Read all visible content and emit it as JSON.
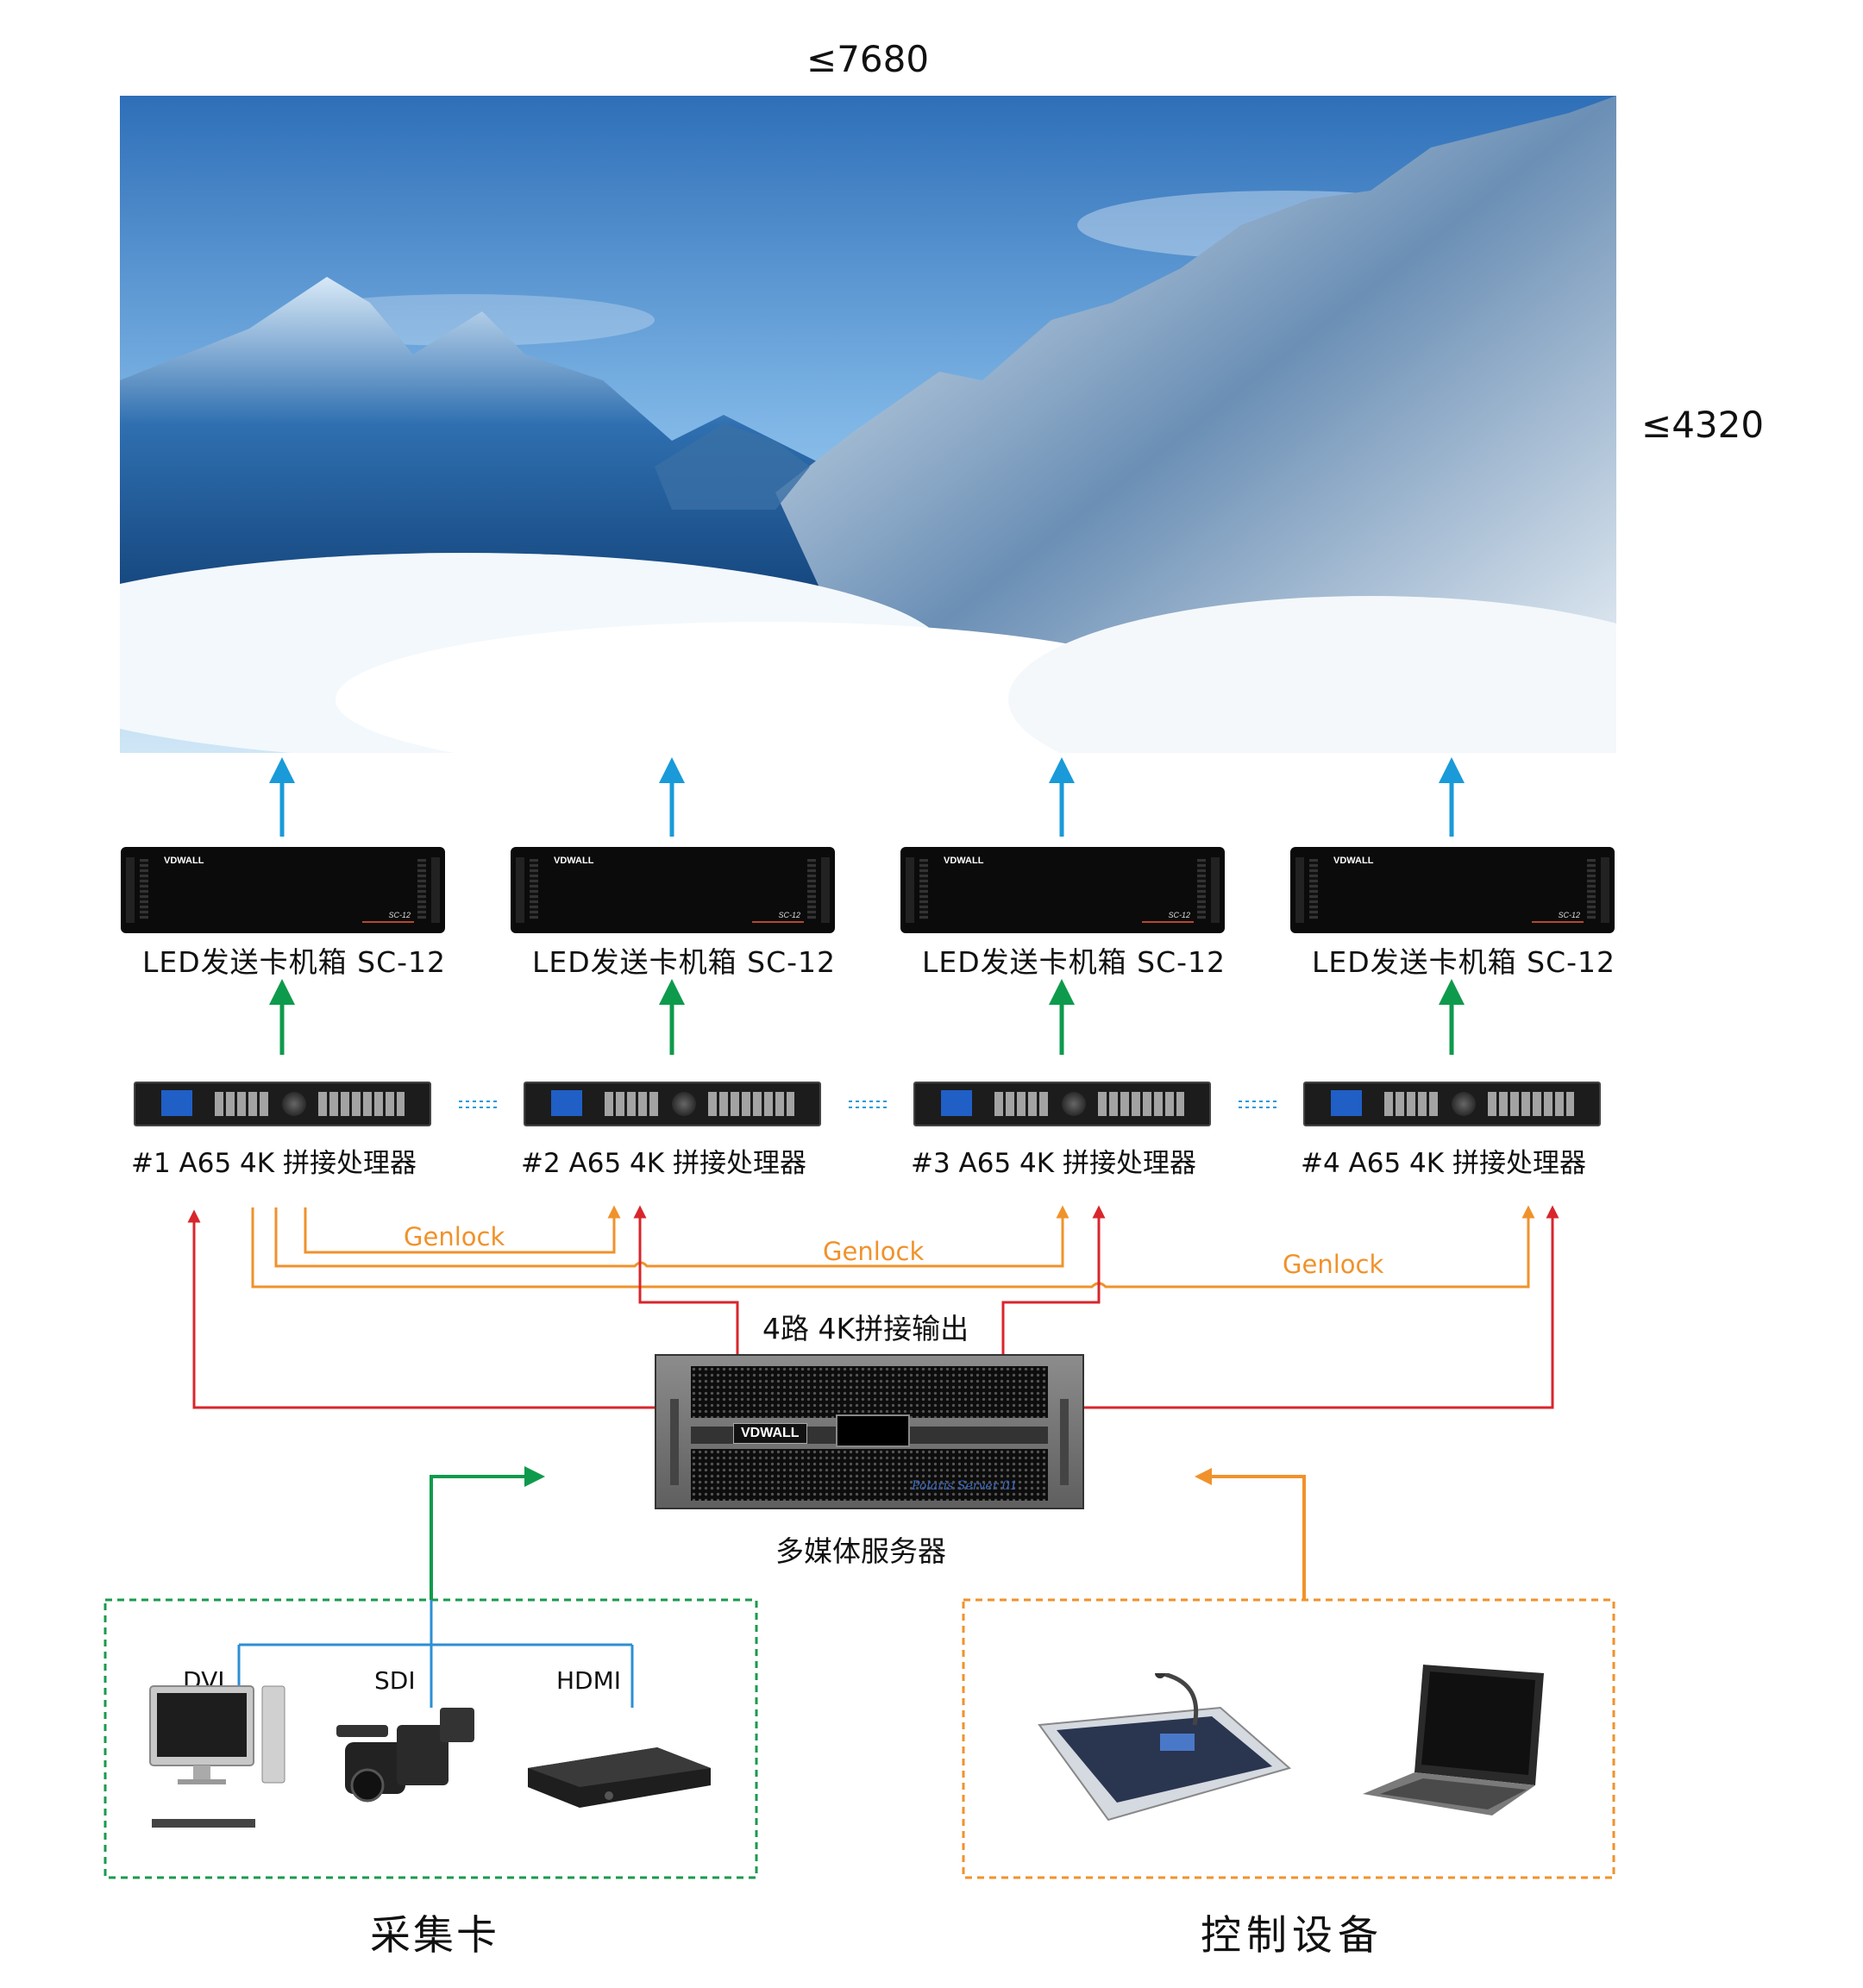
{
  "screen": {
    "width_label": "≤7680",
    "height_label": "≤4320"
  },
  "sending_boxes": [
    {
      "label": "LED发送卡机箱  SC-12",
      "brand": "VDWALL",
      "model": "SC-12"
    },
    {
      "label": "LED发送卡机箱  SC-12",
      "brand": "VDWALL",
      "model": "SC-12"
    },
    {
      "label": "LED发送卡机箱  SC-12",
      "brand": "VDWALL",
      "model": "SC-12"
    },
    {
      "label": "LED发送卡机箱  SC-12",
      "brand": "VDWALL",
      "model": "SC-12"
    }
  ],
  "processors": [
    {
      "label": "#1 A65 4K 拼接处理器"
    },
    {
      "label": "#2 A65 4K 拼接处理器"
    },
    {
      "label": "#3 A65 4K 拼接处理器"
    },
    {
      "label": "#4 A65 4K 拼接处理器"
    }
  ],
  "genlock_labels": [
    "Genlock",
    "Genlock",
    "Genlock"
  ],
  "output_label": "4路 4K拼接输出",
  "server": {
    "label": "多媒体服务器",
    "brand": "VDWALL",
    "signature": "Polaris Server 01"
  },
  "capture": {
    "title": "采集卡",
    "inputs": [
      "DVI",
      "SDI",
      "HDMI"
    ]
  },
  "control": {
    "title": "控制设备"
  },
  "colors": {
    "blue_arrow": "#1a9ad9",
    "green_arrow": "#0e9a4c",
    "genlock_orange": "#f0922b",
    "output_red": "#d8262c",
    "capture_border": "#1a9a4c",
    "control_border": "#f0922b",
    "input_blue": "#2b8fd6"
  }
}
